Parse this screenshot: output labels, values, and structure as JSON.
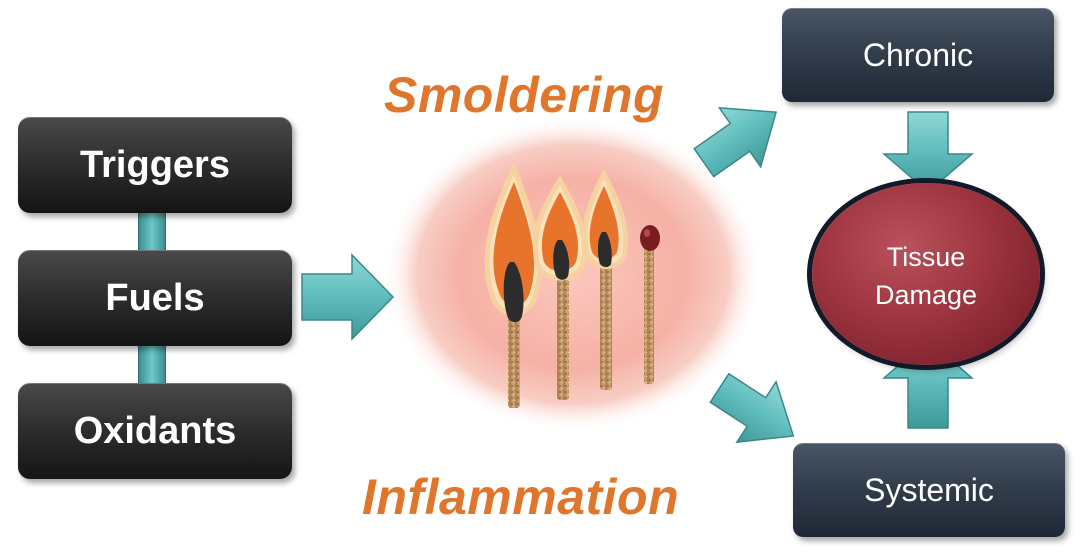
{
  "diagram": {
    "left_boxes": [
      "Triggers",
      "Fuels",
      "Oxidants"
    ],
    "title_top": "Smoldering",
    "title_bottom": "Inflammation",
    "right_top_box": "Chronic",
    "right_bottom_box": "Systemic",
    "center_circle_line1": "Tissue",
    "center_circle_line2": "Damage",
    "colors": {
      "dark_box": "#2f2f2f",
      "navy_box": "#313c4b",
      "teal_arrow": "#5fbcbc",
      "orange_title": "#e0762b",
      "damage_circle": "#9d343f",
      "glow": "#f6b3a8"
    },
    "icons": [
      "burning-match-icon",
      "unlit-match-icon"
    ]
  }
}
